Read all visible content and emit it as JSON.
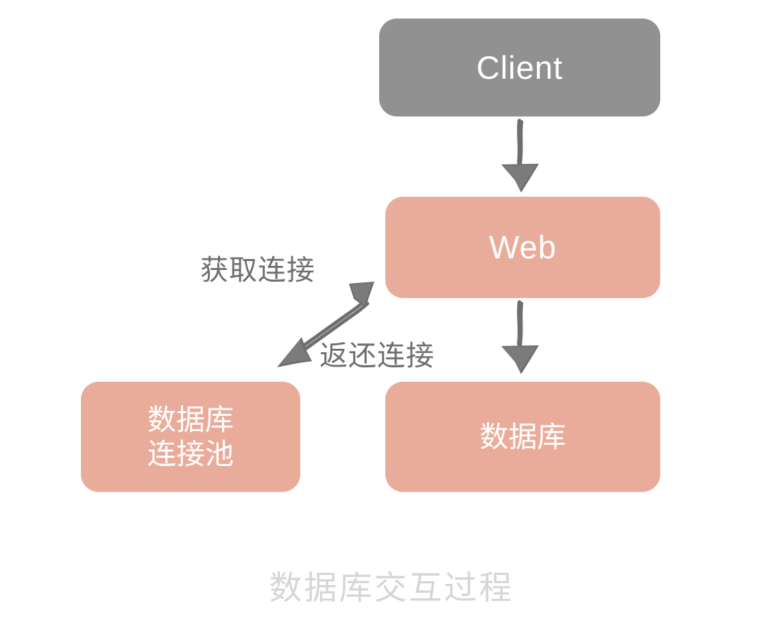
{
  "diagram": {
    "caption": "数据库交互过程",
    "background_color": "#ffffff",
    "caption_color": "#d6d6d6",
    "nodes": [
      {
        "id": "client",
        "label": "Client",
        "fill_color": "#919191",
        "text_color": "#ffffff"
      },
      {
        "id": "web",
        "label": "Web",
        "fill_color": "#eaac9a",
        "text_color": "#ffffff"
      },
      {
        "id": "db_pool",
        "label": "数据库\n连接池",
        "fill_color": "#eaac9a",
        "text_color": "#ffffff"
      },
      {
        "id": "database",
        "label": "数据库",
        "fill_color": "#eaac9a",
        "text_color": "#ffffff"
      }
    ],
    "edges": [
      {
        "id": "client-to-web",
        "from": "client",
        "to": "web",
        "label": "",
        "direction": "down",
        "color": "#6e6e6e"
      },
      {
        "id": "web-to-database",
        "from": "web",
        "to": "database",
        "label": "",
        "direction": "down",
        "color": "#6e6e6e"
      },
      {
        "id": "web-pool-acquire",
        "from": "db_pool",
        "to": "web",
        "label": "获取连接",
        "direction": "bidirectional",
        "color": "#6e6e6e"
      },
      {
        "id": "web-pool-return",
        "from": "web",
        "to": "db_pool",
        "label": "返还连接",
        "direction": "bidirectional",
        "color": "#6e6e6e"
      }
    ]
  }
}
